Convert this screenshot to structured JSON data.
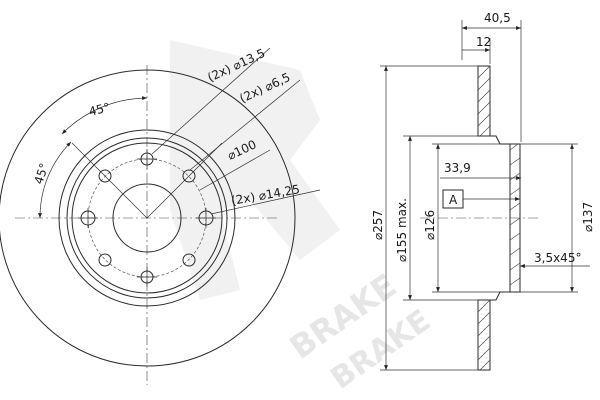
{
  "front_view": {
    "angle_top": "45°",
    "angle_left": "45°",
    "bolt_hole_callout": "(2x) ⌀13,5",
    "small_hole_callout": "(2x) ⌀6,5",
    "pcd_callout": "⌀100",
    "stud_hole_callout": "(2x) ⌀14,25"
  },
  "side_view": {
    "total_width": "40,5",
    "disc_thickness": "12",
    "hat_depth": "33,9",
    "outer_diameter": "⌀257",
    "max_diameter": "⌀155 max.",
    "hub_diameter": "⌀126",
    "hat_diameter": "⌀137",
    "chamfer": "3,5x45°",
    "datum": "A"
  },
  "watermark": {
    "line1": "BRAKE",
    "line2": "BRAKE"
  }
}
